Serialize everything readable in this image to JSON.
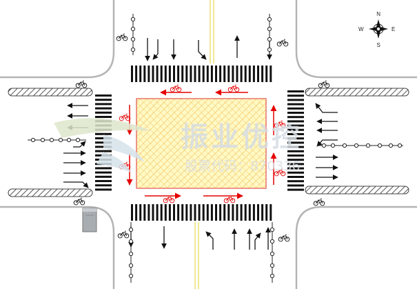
{
  "compass": {
    "north": "N",
    "south": "S",
    "east": "E",
    "west": "W"
  },
  "watermark": {
    "name": "振业优控",
    "code_prefix": "股票代码：",
    "code": "870336"
  },
  "colors": {
    "road_edge": "#b4b4b4",
    "crosswalk": "#111111",
    "arrow": "#111111",
    "bike_waiting_arrow": "#e60000",
    "bike_waiting_fill": "#fff8b0",
    "bike_waiting_hatch": "#f0b040",
    "bike_waiting_border": "#e05050",
    "median_hatch": "#555555",
    "center_line": "#e8e070",
    "detector": "#222222",
    "signal_box": "#9aa0a6"
  }
}
